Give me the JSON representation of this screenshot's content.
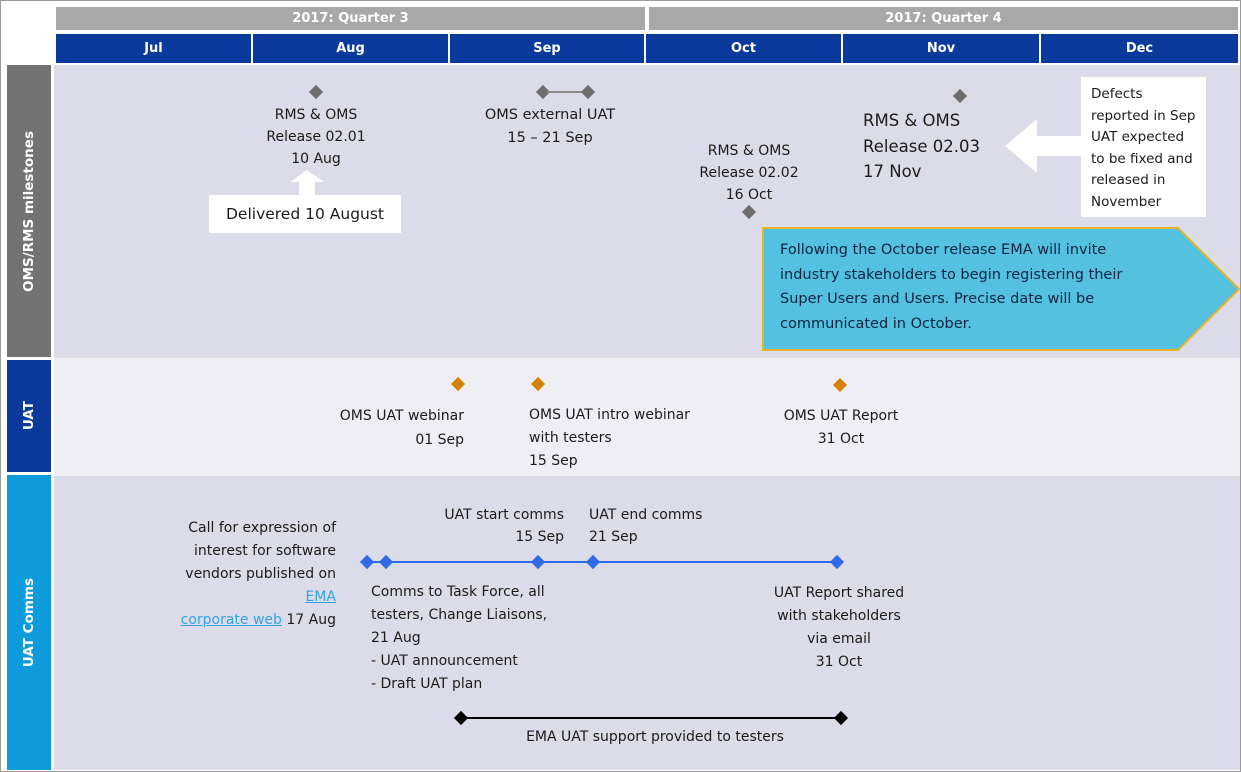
{
  "header": {
    "quarter3": "2017: Quarter 3",
    "quarter4": "2017: Quarter 4",
    "months": [
      "Jul",
      "Aug",
      "Sep",
      "Oct",
      "Nov",
      "Dec"
    ]
  },
  "sidebar": {
    "milestones": "OMS/RMS milestones",
    "uat": "UAT",
    "comms": "UAT Comms"
  },
  "milestones": {
    "release_0201": "RMS & OMS\nRelease 02.01\n10 Aug",
    "delivered": "Delivered 10 August",
    "external_uat": "OMS external UAT\n15 – 21 Sep",
    "release_0202": "RMS & OMS\nRelease 02.02\n16 Oct",
    "release_0203": "RMS & OMS\nRelease 02.03\n17 Nov",
    "defects_note": "Defects\nreported in Sep\nUAT expected\nto be fixed and\nreleased in\nNovember",
    "registration_note": "Following the October release EMA will invite\nindustry stakeholders to begin registering their\nSuper Users and Users. Precise date will be\ncommunicated in October."
  },
  "uat_row": {
    "webinar": "OMS UAT webinar\n01 Sep",
    "intro_webinar": "OMS UAT intro webinar\nwith testers\n15 Sep",
    "report": "OMS UAT Report\n31 Oct"
  },
  "comms_row": {
    "call_line1": "Call for expression of",
    "call_line2": "interest for software",
    "call_line3_text": "vendors published  on ",
    "call_link_part1": "EMA",
    "call_link_part2": "corporate web",
    "call_line4_suffix": " 17 Aug",
    "start_comms": "UAT start comms\n15 Sep",
    "end_comms": "UAT end comms\n21 Sep",
    "task_force_comms": "Comms to Task Force, all\ntesters, Change Liaisons,\n21 Aug\n- UAT announcement\n- Draft UAT plan",
    "report_shared": "UAT Report shared\nwith stakeholders\nvia email\n31 Oct",
    "support": "EMA UAT support provided to testers"
  },
  "colors": {
    "quarter_bar": "#a8a8a8",
    "month_bar": "#0c3a9c",
    "sidebar_gray": "#737373",
    "sidebar_uat_blue": "#0c3a9c",
    "sidebar_comms_blue": "#0d9bdb",
    "band_dark": "#dbdbe9",
    "band_light": "#eeeef4",
    "diamond_gray": "#6e6e6e",
    "diamond_orange": "#d8830d",
    "diamond_blue": "#2e6ae6",
    "diamond_black": "#000000",
    "callout_fill": "#53c1df",
    "callout_border": "#e6b428",
    "link": "#35a3dc"
  }
}
